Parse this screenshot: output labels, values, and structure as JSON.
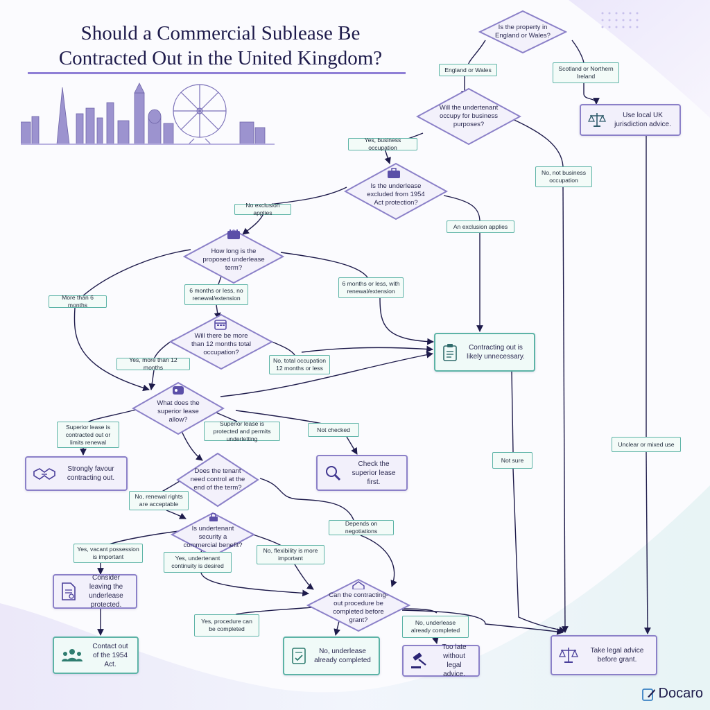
{
  "title": {
    "line1": "Should a Commercial Sublease Be",
    "line2": "Contracted Out in the United Kingdom?"
  },
  "brand": {
    "name": "Docaro"
  },
  "colors": {
    "accent": "#8b80c8",
    "green": "#5cb3a6",
    "line": "#1e1b4b",
    "title": "#1e1b4b"
  },
  "decisions": {
    "d1": "Is the property in England or Wales?",
    "d2": "Will the undertenant occupy for business purposes?",
    "d3": "Is the underlease excluded from 1954 Act protection?",
    "d4": "How long is the proposed underlease term?",
    "d5": "Will there be more than 12 months total occupation?",
    "d6": "What does the superior lease allow?",
    "d7": "Does the tenant need control at the end of the term?",
    "d8": "Is undertenant security a commercial benefit?",
    "d9": "Can the contracting-out procedure be completed before grant?"
  },
  "outcomes": {
    "o1": "Use local UK jurisdiction advice.",
    "o2": "Contracting out is likely unnecessary.",
    "o3": "Strongly favour contracting out.",
    "o4": "Check the superior lease first.",
    "o5": "Consider leaving the underlease protected.",
    "o6": "Contact out of the 1954 Act.",
    "o7": "No, underlease already completed",
    "o8": "Too late without legal advice.",
    "o9": "Take legal advice before grant."
  },
  "labels": {
    "l1": "England or Wales",
    "l2": "Scotland or Northern Ireland",
    "l3": "Yes, business occupation",
    "l4": "No, not business occupation",
    "l5": "No exclusion applies",
    "l6": "An exclusion applies",
    "l7": "More than 6 months",
    "l8": "6 months or less, no renewal/extension",
    "l9": "6 months or less, with renewal/extension",
    "l10": "Yes, more than 12 months",
    "l11": "No, total occupation 12 months or less",
    "l12": "Superior lease is contracted out or limits renewal",
    "l13": "Superior lease is protected and permits underletting",
    "l14": "Not checked",
    "l15": "Not sure",
    "l16": "Unclear or mixed use",
    "l17": "No, renewal rights are acceptable",
    "l18": "Depends on negotiations",
    "l19": "Yes, vacant possession is important",
    "l20": "Yes, undertenant continuity is desired",
    "l21": "No, flexibility is more important",
    "l22": "Yes, procedure can be completed",
    "l23": "No, underlease already completed"
  },
  "icons": {
    "o1": "scales-icon",
    "o2": "clipboard-icon",
    "o3": "handshake-icon",
    "o4": "magnifier-icon",
    "o5": "document-icon",
    "o6": "people-icon",
    "o7": "checklist-icon",
    "o8": "gavel-icon",
    "o9": "scales-icon"
  }
}
